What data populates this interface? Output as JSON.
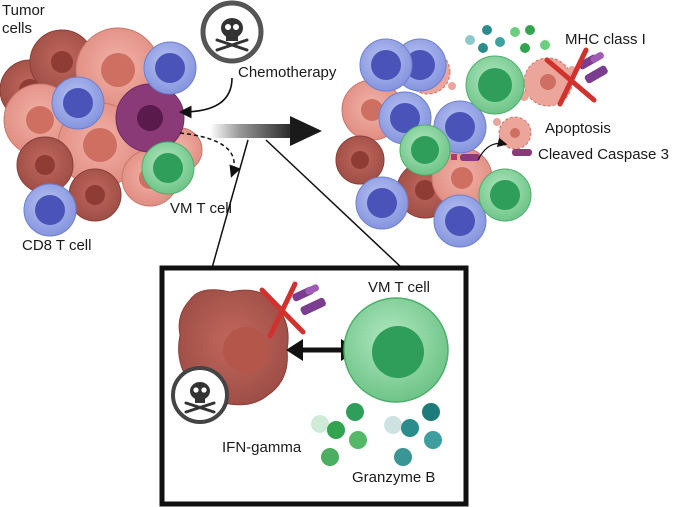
{
  "labels": {
    "tumor_cells_line1": "Tumor",
    "tumor_cells_line2": "cells",
    "chemotherapy": "Chemotherapy",
    "vm_t_cell": "VM T cell",
    "cd8_t_cell": "CD8 T cell",
    "mhc_class_i": "MHC class I",
    "apoptosis": "Apoptosis",
    "cleaved_caspase_3": "Cleaved Caspase 3",
    "inset_vm_t_cell": "VM T cell",
    "ifn_gamma": "IFN-gamma",
    "granzyme_b": "Granzyme B"
  },
  "icons": [
    "skull-crossbones-icon",
    "mhc-class-i-receptor-icon",
    "blocked-x-icon",
    "double-arrow-icon"
  ],
  "colors": {
    "tumor_fill": "#e8998e",
    "tumor_dark": "#a5554c",
    "stressed_tumor": "#8b3a78",
    "cd8_outer": "#8d9de6",
    "cd8_nucleus": "#4a54b8",
    "vm_outer": "#7fcf95",
    "vm_nucleus": "#2e9e5a",
    "mhc_purple": "#7a3d8f",
    "cross_red": "#d2322d",
    "ifn_green": "#34a34f",
    "granzyme_teal": "#2b8c8c"
  }
}
